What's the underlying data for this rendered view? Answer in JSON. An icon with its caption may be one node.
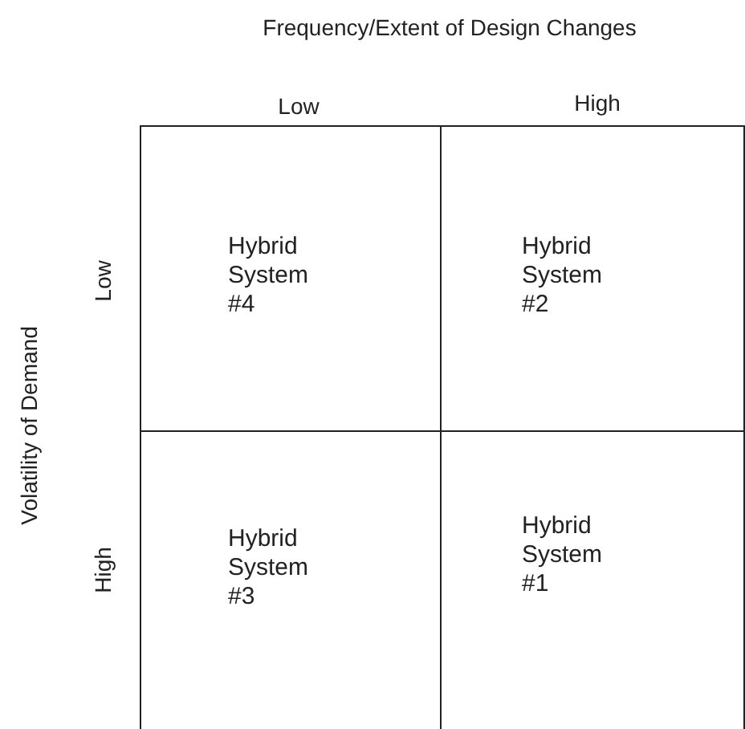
{
  "diagram": {
    "nodes": [
      {
        "text": [
          "Hybrid System #4"
        ]
      },
      {
        "text": [
          "Hybrid System #2"
        ]
      },
      {
        "text": [
          "Hybrid System #3"
        ]
      },
      {
        "text": [
          "Hybrid System #1"
        ]
      }
    ],
    "labels": [
      "Frequency/Extent of Design Changes",
      "Low",
      "High",
      "Volatility of Demand",
      "Low",
      "High"
    ]
  }
}
